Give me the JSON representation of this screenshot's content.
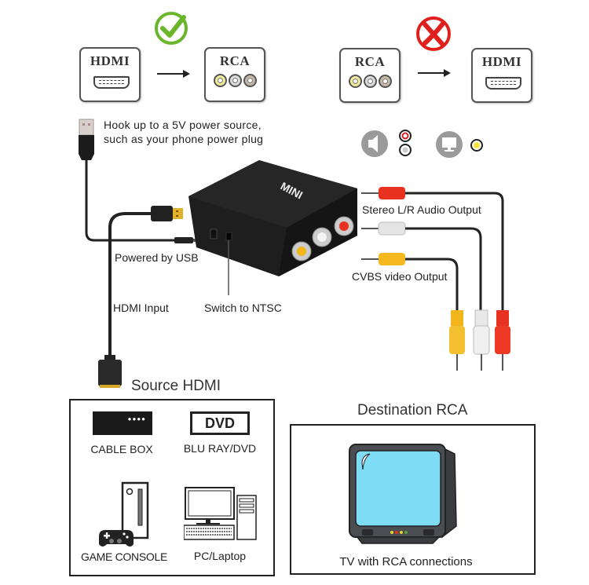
{
  "top_row": {
    "correct": {
      "status": "supported",
      "status_icon": "check-circle-icon",
      "status_color": "#6bb52a",
      "from_label": "HDMI",
      "to_label": "RCA"
    },
    "incorrect": {
      "status": "not-supported",
      "status_icon": "x-circle-icon",
      "status_color": "#e0201c",
      "from_label": "RCA",
      "to_label": "HDMI"
    }
  },
  "rca_colors": {
    "yellow": "#f5e04a",
    "white": "#e6e6e6",
    "red": "#e8321f"
  },
  "callouts": {
    "power_note_line1": "Hook up to a 5V power source,",
    "power_note_line2": "such as your phone power plug",
    "powered_by_usb": "Powered by USB",
    "hdmi_input": "HDMI Input",
    "switch_ntsc": "Switch to NTSC",
    "stereo_output": "Stereo L/R Audio  Output",
    "cvbs_output": "CVBS video  Output"
  },
  "device": {
    "brand": "MINI",
    "body_color": "#1e1e1e"
  },
  "legend_icons": {
    "audio": "speaker-icon",
    "video": "monitor-icon"
  },
  "source": {
    "title": "Source HDMI",
    "devices": [
      {
        "label": "CABLE BOX",
        "icon": "cable-box-icon"
      },
      {
        "label": "BLU RAY/DVD",
        "icon": "dvd-icon",
        "badge": "DVD"
      },
      {
        "label": "GAME CONSOLE",
        "icon": "game-console-icon"
      },
      {
        "label": "PC/Laptop",
        "icon": "pc-icon"
      }
    ]
  },
  "destination": {
    "title": "Destination RCA",
    "caption": "TV with RCA connections",
    "screen_color": "#7fdcf5",
    "bezel_color": "#4a4d52"
  }
}
